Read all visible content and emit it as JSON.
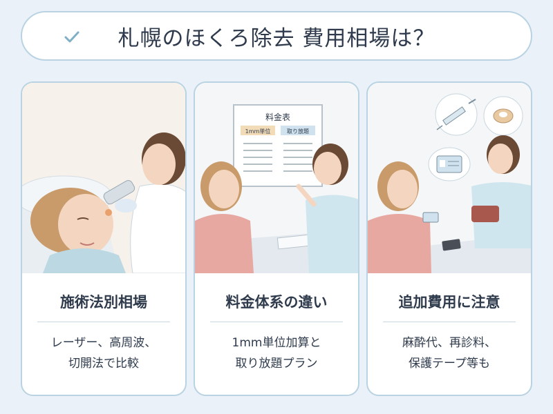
{
  "title": "札幌のほくろ除去 費用相場は？",
  "cards": [
    {
      "heading": "施術法別相場",
      "desc_line1": "レーザー、高周波、",
      "desc_line2": "切開法で比較"
    },
    {
      "heading": "料金体系の違い",
      "desc_line1": "1mm単位加算と",
      "desc_line2": "取り放題プラン",
      "board_title": "料金表",
      "board_col1": "1mm単位",
      "board_col2": "取り放題"
    },
    {
      "heading": "追加費用に注意",
      "desc_line1": "麻酔代、再診料、",
      "desc_line2": "保護テープ等も"
    }
  ],
  "colors": {
    "background": "#eaf1f8",
    "border": "#b9d3e2",
    "text": "#2f3b4c",
    "accent": "#7fb0c6"
  }
}
